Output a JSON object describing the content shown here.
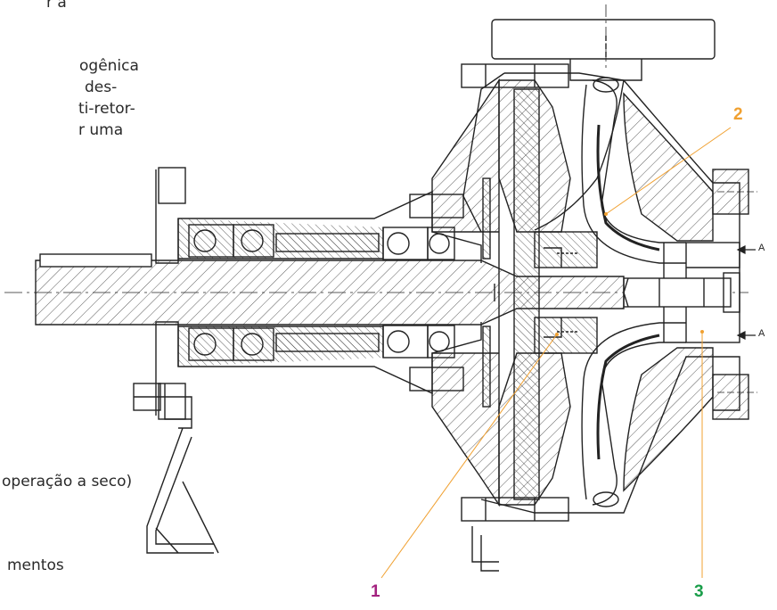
{
  "left_text": {
    "line_0": "r a",
    "line_1": "ogênica",
    "line_2": "des-",
    "line_3": "ti-retor-",
    "line_4": "r uma",
    "line_5": "operação a seco)",
    "line_6": "mentos"
  },
  "callouts": {
    "c1": {
      "label": "1",
      "color": "#a3217f"
    },
    "c2": {
      "label": "2",
      "color": "#f0a030"
    },
    "c3": {
      "label": "3",
      "color": "#1a9e4a"
    }
  },
  "section_marks": {
    "top": "A",
    "bottom": "A"
  },
  "colors": {
    "leader": "#f0a030",
    "ink": "#222222"
  }
}
